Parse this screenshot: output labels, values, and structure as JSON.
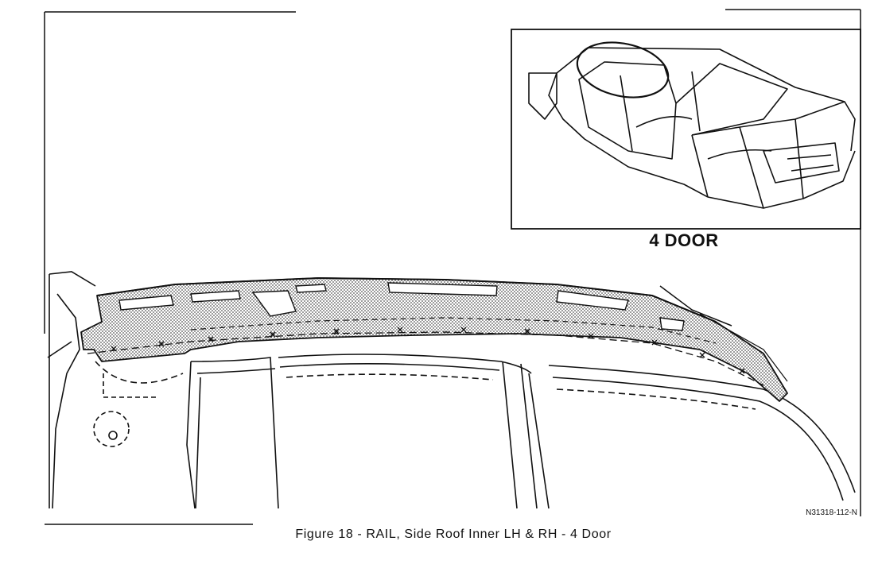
{
  "inset": {
    "label": "4 DOOR"
  },
  "drawing_code": "N31318-112-N",
  "caption": "Figure 18 - RAIL, Side Roof Inner LH & RH - 4 Door",
  "colors": {
    "line": "#111111",
    "paper": "#ffffff",
    "shaded_part": "#b8b8b8"
  }
}
